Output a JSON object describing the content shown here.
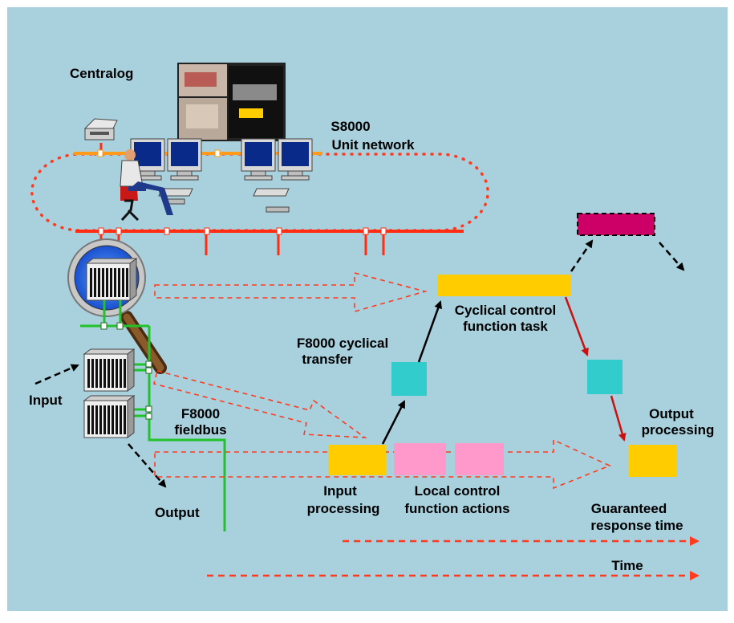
{
  "labels": {
    "centralog": "Centralog",
    "s8000": "S8000",
    "unit_network": "Unit network",
    "input": "Input",
    "output": "Output",
    "f8000_line1": "F8000",
    "f8000_line2": "fieldbus",
    "cyclical_transfer_line1": "F8000 cyclical",
    "cyclical_transfer_line2": "transfer",
    "cyclical_task_line1": "Cyclical control",
    "cyclical_task_line2": "function task",
    "output_processing_line1": "Output",
    "output_processing_line2": "processing",
    "input_processing_line1": "Input",
    "input_processing_line2": "processing",
    "local_control_line1": "Local control",
    "local_control_line2": "function actions",
    "guaranteed_line1": "Guaranteed",
    "guaranteed_line2": "response time",
    "time": "Time"
  },
  "colors": {
    "background": "#a8d0dd",
    "network_dotted": "#ff3a1e",
    "network_bus": "#ff2d14",
    "upper_bus": "#ff9a1a",
    "fieldbus": "#22c22a",
    "yellow_block": "#ffcc00",
    "cyan_block": "#33cccc",
    "pink_block": "#ff99cc",
    "magenta_block": "#cc0066",
    "dashed_arrow": "#ff3a1e",
    "red_arrow": "#cc1010"
  },
  "icons": [
    "printer-icon",
    "monitor-icon",
    "operator-icon",
    "keyboard-icon",
    "rack-icon",
    "magnifier-icon"
  ]
}
